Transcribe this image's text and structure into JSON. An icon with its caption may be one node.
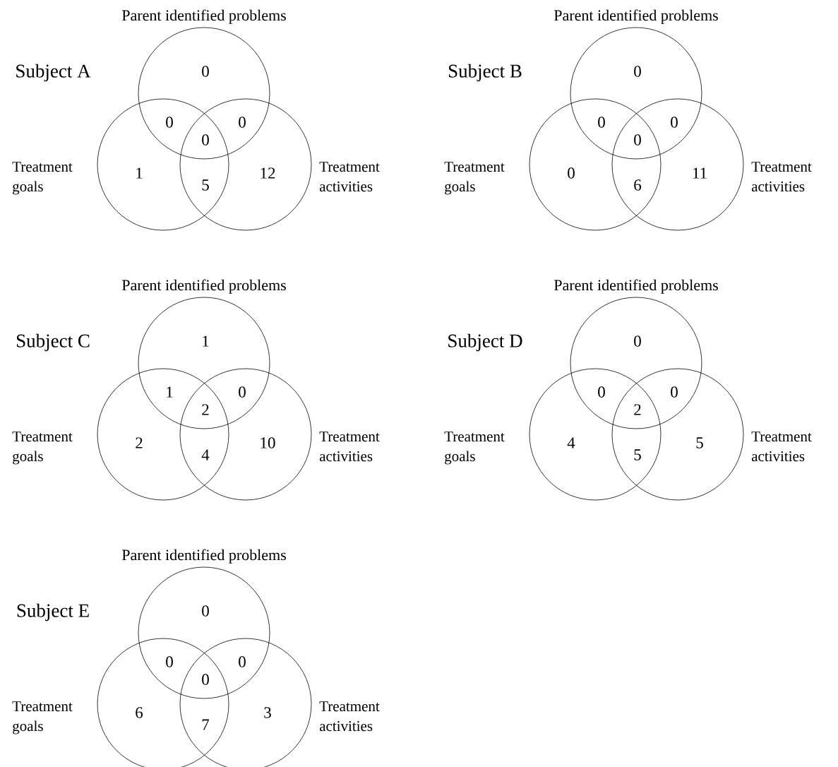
{
  "diagram": {
    "nodes": [
      {
        "text": [
          "Parent identified problems"
        ]
      },
      {
        "text": [
          "Treatment goals"
        ]
      },
      {
        "text": [
          "Treatment activities"
        ]
      },
      {
        "text": [
          "Parent identified problems"
        ]
      },
      {
        "text": [
          "Treatment goals"
        ]
      },
      {
        "text": [
          "Treatment activities"
        ]
      },
      {
        "text": [
          "Parent identified problems"
        ]
      },
      {
        "text": [
          "Treatment goals"
        ]
      },
      {
        "text": [
          "Treatment activities"
        ]
      },
      {
        "text": [
          "Parent identified problems"
        ]
      },
      {
        "text": [
          "Treatment goals"
        ]
      },
      {
        "text": [
          "Treatment activities"
        ]
      },
      {
        "text": [
          "Parent identified problems"
        ]
      },
      {
        "text": [
          "Treatment goals"
        ]
      },
      {
        "text": [
          "Treatment activities"
        ]
      }
    ],
    "edges": [],
    "labels": [
      "Subject A",
      "0",
      "0",
      "0",
      "0",
      "1",
      "5",
      "12",
      "Subject B",
      "0",
      "0",
      "0",
      "0",
      "0",
      "6",
      "11",
      "Subject C",
      "1",
      "1",
      "0",
      "2",
      "2",
      "4",
      "10",
      "Subject D",
      "0",
      "0",
      "0",
      "2",
      "4",
      "5",
      "5",
      "Subject E",
      "0",
      "0",
      "0",
      "0",
      "6",
      "7",
      "3"
    ]
  }
}
